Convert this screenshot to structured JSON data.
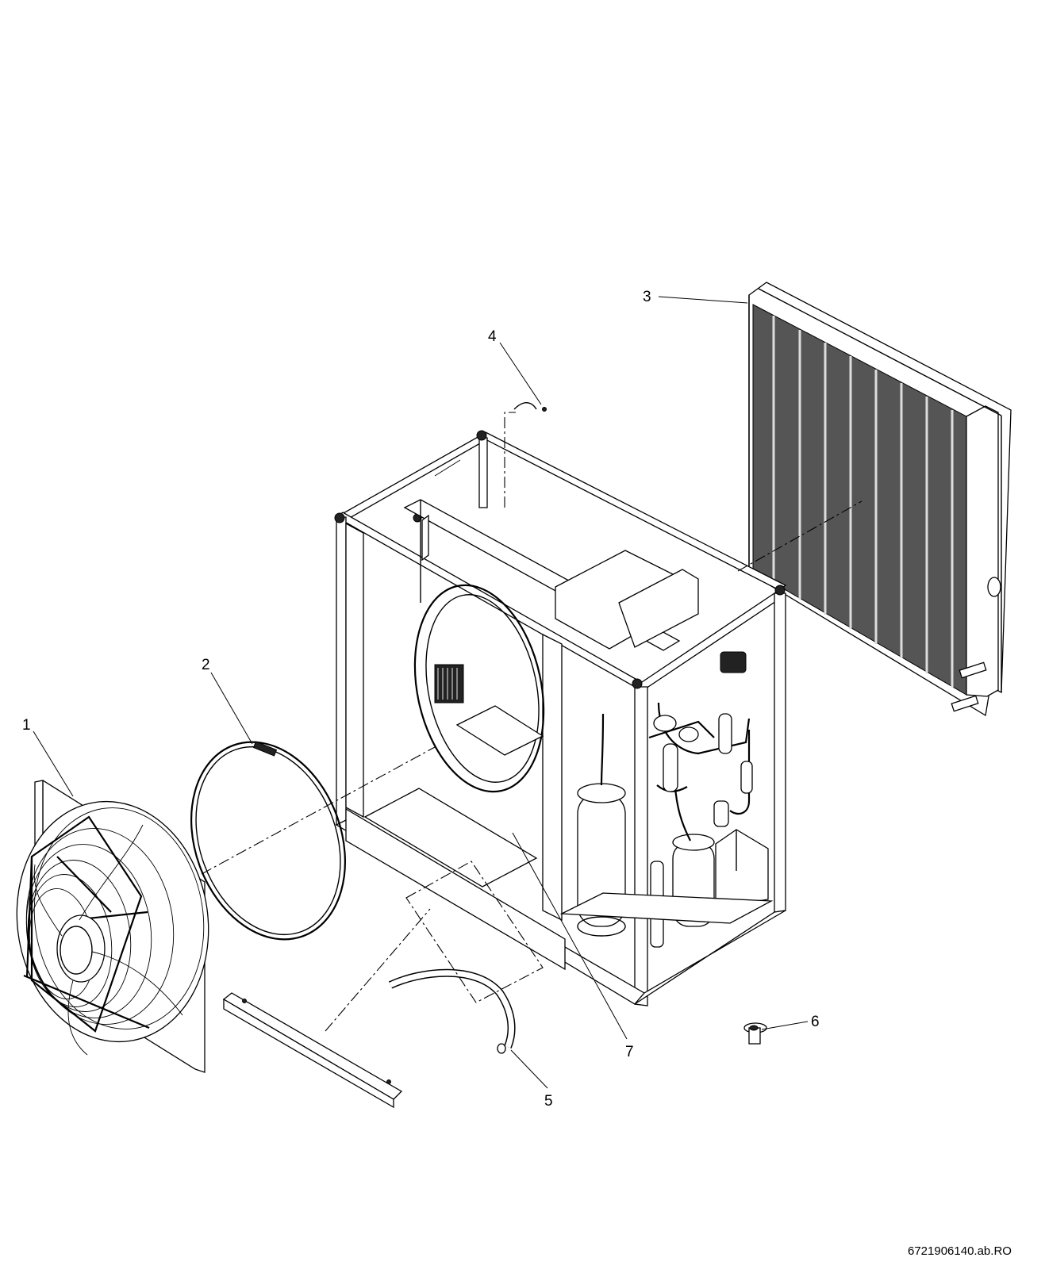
{
  "diagram": {
    "reference_code": "6721906140.ab.RO",
    "callouts": [
      {
        "id": "1",
        "label": "1"
      },
      {
        "id": "2",
        "label": "2"
      },
      {
        "id": "3",
        "label": "3"
      },
      {
        "id": "4",
        "label": "4"
      },
      {
        "id": "5",
        "label": "5"
      },
      {
        "id": "6",
        "label": "6"
      },
      {
        "id": "7",
        "label": "7"
      }
    ]
  }
}
